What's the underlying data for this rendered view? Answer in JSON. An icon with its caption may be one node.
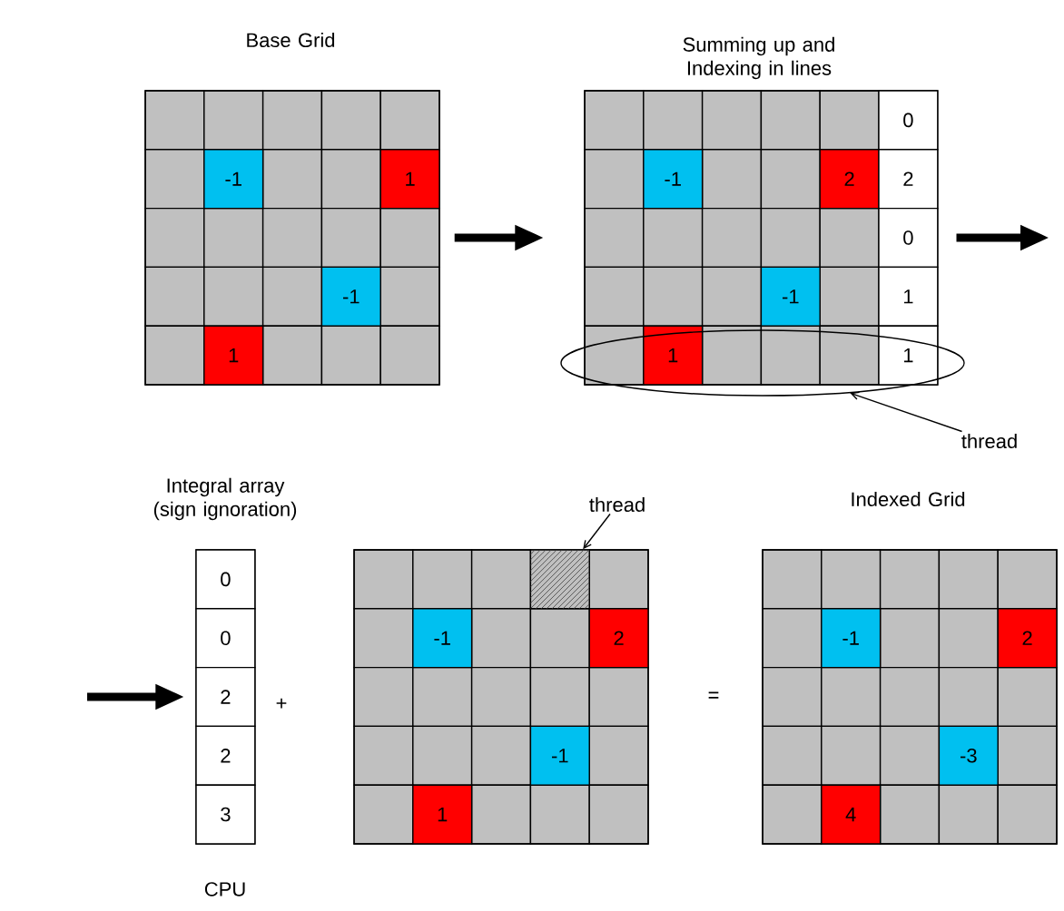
{
  "diagram": {
    "nodes": [
      {
        "text": [
          "Base Grid"
        ]
      },
      {
        "text": [
          "-1"
        ],
        "in": 0
      },
      {
        "text": [
          "1"
        ],
        "in": 0
      },
      {
        "text": [
          "-1"
        ],
        "in": 0
      },
      {
        "text": [
          "1"
        ],
        "in": 0
      },
      {
        "text": [
          "Summing up and Indexing in lines"
        ]
      },
      {
        "text": [
          "-1"
        ],
        "in": 5
      },
      {
        "text": [
          "2"
        ],
        "in": 5
      },
      {
        "text": [
          "-1"
        ],
        "in": 5
      },
      {
        "text": [
          "1"
        ]
      },
      {
        "text": [
          "0"
        ],
        "in": 5
      },
      {
        "text": [
          "2"
        ],
        "in": 5
      },
      {
        "text": [
          "0"
        ],
        "in": 5
      },
      {
        "text": [
          "1"
        ],
        "in": 5
      },
      {
        "text": [
          "1"
        ]
      },
      {
        "text": [],
        "shape": "ellipse"
      },
      {
        "text": [
          "thread"
        ]
      },
      {
        "text": [
          "Integral array (sign ignoration)"
        ],
        "beside": [
          "CPU"
        ]
      },
      {
        "text": [
          "0"
        ],
        "in": 17
      },
      {
        "text": [
          "0"
        ],
        "in": 17
      },
      {
        "text": [
          "2"
        ],
        "in": 17
      },
      {
        "text": [
          "2"
        ],
        "in": 17
      },
      {
        "text": [
          "3"
        ],
        "in": 17
      },
      {
        "text": [],
        "shape": "box"
      },
      {
        "text": [],
        "shape": "box",
        "in": 23
      },
      {
        "text": [
          "thread"
        ]
      },
      {
        "text": [
          "-1"
        ],
        "in": 23
      },
      {
        "text": [
          "2"
        ],
        "in": 23
      },
      {
        "text": [
          "-1"
        ],
        "in": 23
      },
      {
        "text": [
          "1"
        ],
        "in": 23
      },
      {
        "text": [
          "Indexed Grid"
        ]
      },
      {
        "text": [
          "-1"
        ],
        "in": 30
      },
      {
        "text": [
          "2"
        ],
        "in": 30
      },
      {
        "text": [
          "-3"
        ],
        "in": 30
      },
      {
        "text": [
          "4"
        ],
        "in": 30
      }
    ],
    "edges": [
      {
        "from": 0,
        "to": 5,
        "arrow": "to"
      },
      {
        "from": 5,
        "to": null,
        "arrow": "to"
      },
      {
        "from": null,
        "to": 17,
        "arrow": "to"
      },
      {
        "from": 16,
        "to": 15,
        "arrow": "to"
      },
      {
        "from": 25,
        "to": 24,
        "arrow": "to"
      }
    ],
    "labels": [
      "+",
      "="
    ]
  }
}
